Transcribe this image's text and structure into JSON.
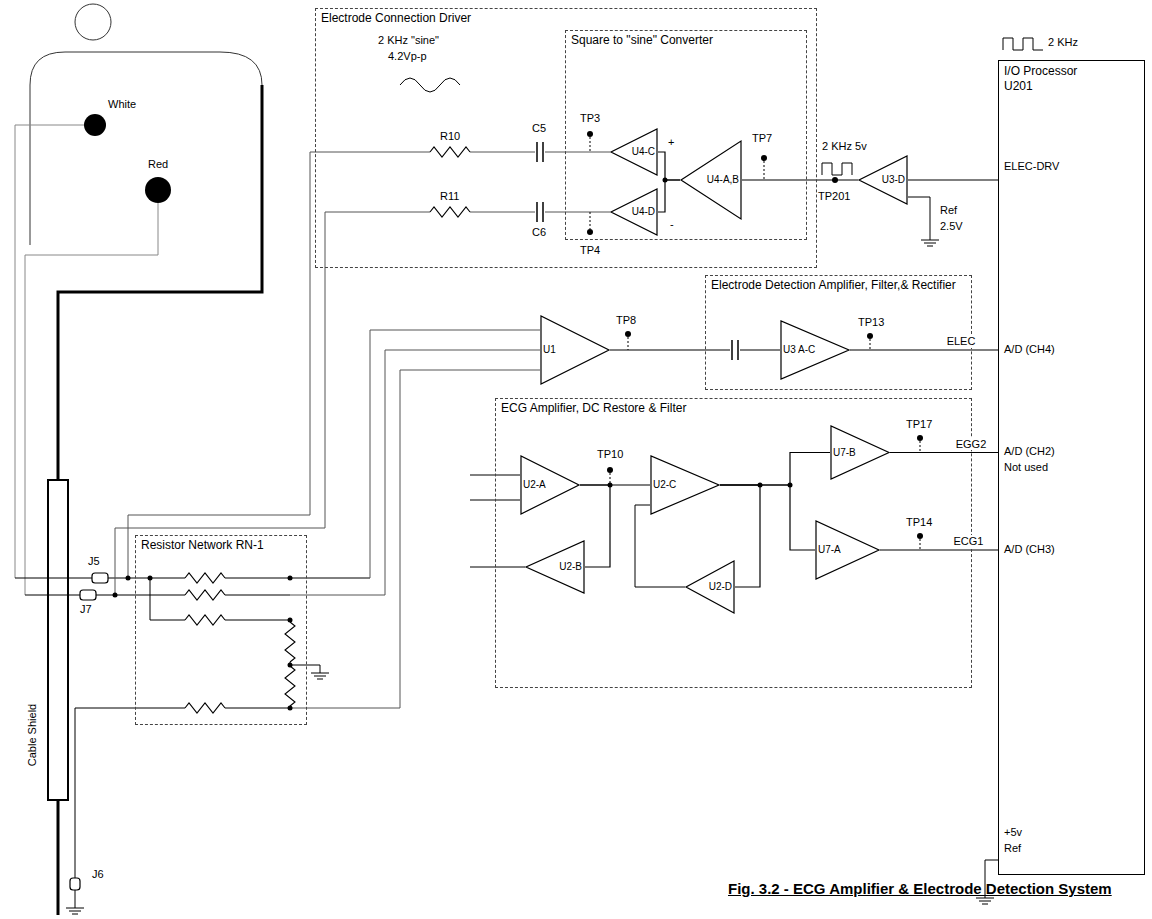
{
  "diagram": {
    "caption": "Fig. 3.2 - ECG Amplifier & Electrode Detection System",
    "nodes": [
      {
        "text": [
          "Electrode Connection Driver"
        ]
      },
      {
        "text": [
          "Square to \"sine\" Converter"
        ],
        "in": 0
      },
      {
        "text": [
          "U4-C"
        ],
        "in": 1
      },
      {
        "text": [
          "U4-D"
        ],
        "in": 1
      },
      {
        "text": [
          "U4-A,B"
        ],
        "in": 1
      },
      {
        "text": [
          "U3-D"
        ]
      },
      {
        "text": [
          "I/O Processor U201"
        ]
      },
      {
        "text": [
          "U1"
        ]
      },
      {
        "text": [
          "Electrode Detection Amplifier, Filter,& Rectifier"
        ]
      },
      {
        "text": [
          "U3 A-C"
        ],
        "in": 8
      },
      {
        "text": [
          "ECG Amplifier, DC Restore & Filter"
        ]
      },
      {
        "text": [
          "U2-A"
        ],
        "in": 10
      },
      {
        "text": [
          "U2-B"
        ],
        "in": 10
      },
      {
        "text": [
          "U2-C"
        ],
        "in": 10
      },
      {
        "text": [
          "U2-D"
        ],
        "in": 10
      },
      {
        "text": [
          "U7-B"
        ],
        "in": 10
      },
      {
        "text": [
          "U7-A"
        ],
        "in": 10
      },
      {
        "text": [
          "Resistor Network RN-1"
        ]
      }
    ],
    "edges": [
      {
        "from": 6,
        "to": 5,
        "arrow": "none"
      },
      {
        "from": 5,
        "to": 4,
        "arrow": "none"
      },
      {
        "from": 4,
        "to": 2,
        "arrow": "none"
      },
      {
        "from": 4,
        "to": 3,
        "arrow": "none"
      },
      {
        "from": 7,
        "to": 9,
        "arrow": "none"
      },
      {
        "from": 9,
        "to": 6,
        "label": "ELEC",
        "arrow": "none"
      },
      {
        "from": 11,
        "to": 13,
        "arrow": "none"
      },
      {
        "from": 11,
        "to": 12,
        "arrow": "none"
      },
      {
        "from": 13,
        "to": 14,
        "arrow": "none"
      },
      {
        "from": 13,
        "to": 15,
        "arrow": "none"
      },
      {
        "from": 13,
        "to": 16,
        "arrow": "none"
      },
      {
        "from": 15,
        "to": 6,
        "label": "EGG2",
        "arrow": "none"
      },
      {
        "from": 16,
        "to": 6,
        "label": "ECG1",
        "arrow": "none"
      }
    ],
    "labels": [
      "2 KHz \"sine\"",
      "4.2Vp-p",
      "C5",
      "C6",
      "R10",
      "R11",
      "TP3",
      "TP4",
      "+",
      "-",
      "TP7",
      "2 KHz 5v",
      "TP201",
      "2 KHz",
      "ELEC-DRV",
      "Ref",
      "2.5V",
      "TP8",
      "TP13",
      "A/D (CH4)",
      "TP10",
      "TP17",
      "A/D (CH2)",
      "Not used",
      "TP14",
      "A/D (CH3)",
      "+5v",
      "Ref",
      "White",
      "Red",
      "J5",
      "J7",
      "Cable Shield",
      "J6"
    ]
  }
}
